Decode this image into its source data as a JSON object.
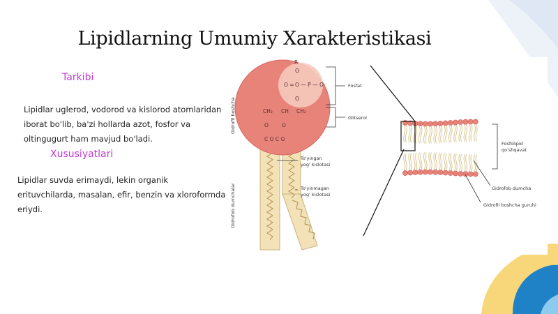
{
  "slide": {
    "title": "Lipidlarning Umumiy Xarakteristikasi",
    "section1": {
      "heading": "Tarkibi",
      "text": "Lipidlar uglerod, vodorod va kislorod atomlaridan iborat bo'lib, ba'zi hollarda azot, fosfor va oltingugurt ham mavjud bo'ladi."
    },
    "section2": {
      "heading": "Xususiyatlari",
      "text": "Lipidlar suvda erimaydi, lekin organik erituvchilarda, masalan, efir, benzin va xloroformda eriydi."
    }
  },
  "figure": {
    "side_labels": {
      "head": "Gidrofil boshcha",
      "tails": "Gidrofob dumchalar"
    },
    "chem": {
      "r": "R",
      "o_top": "O",
      "phosphate": "O — P — O⁻",
      "o_eq": "O =",
      "o_mid": "O",
      "ch2_left": "CH₂",
      "ch": "CH",
      "ch2_right": "CH₂",
      "o1": "O",
      "o2": "O",
      "c_row": "C   O C   O"
    },
    "labels": {
      "fosfat": "Fosfat",
      "glitserol": "Glitserol",
      "toyingan_1": "To'yingan",
      "toyingan_2": "yog' kislotasi",
      "toyinmagan_1": "To'yinmagan",
      "toyinmagan_2": "yog' kislotasi",
      "bilayer_1": "Fosfolipid",
      "bilayer_2": "qo'shqavat",
      "gidrofob": "Gidrofob dumcha",
      "gidrofil": "Gidrofil boshcha guruhi"
    }
  },
  "colors": {
    "heading": "#c03ad0",
    "head_fill": "#e8837a",
    "tail_fill": "#f3e2b8",
    "deco_blue": "#1f82c6",
    "deco_yellow": "#f4c542"
  }
}
